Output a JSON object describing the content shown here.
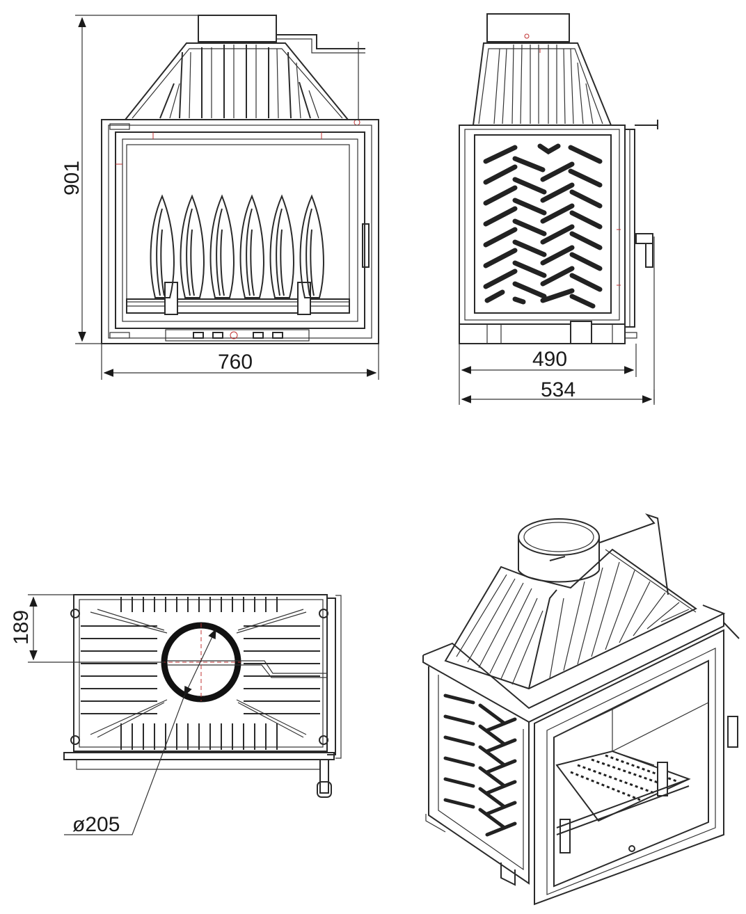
{
  "dimensions": {
    "front_height": "901",
    "front_width": "760",
    "side_depth_inner": "490",
    "side_depth_outer": "534",
    "top_offset": "189",
    "flue_diameter": "ø205"
  },
  "colors": {
    "line": "#2a2a2a",
    "marker": "#c03030",
    "background": "#ffffff"
  }
}
